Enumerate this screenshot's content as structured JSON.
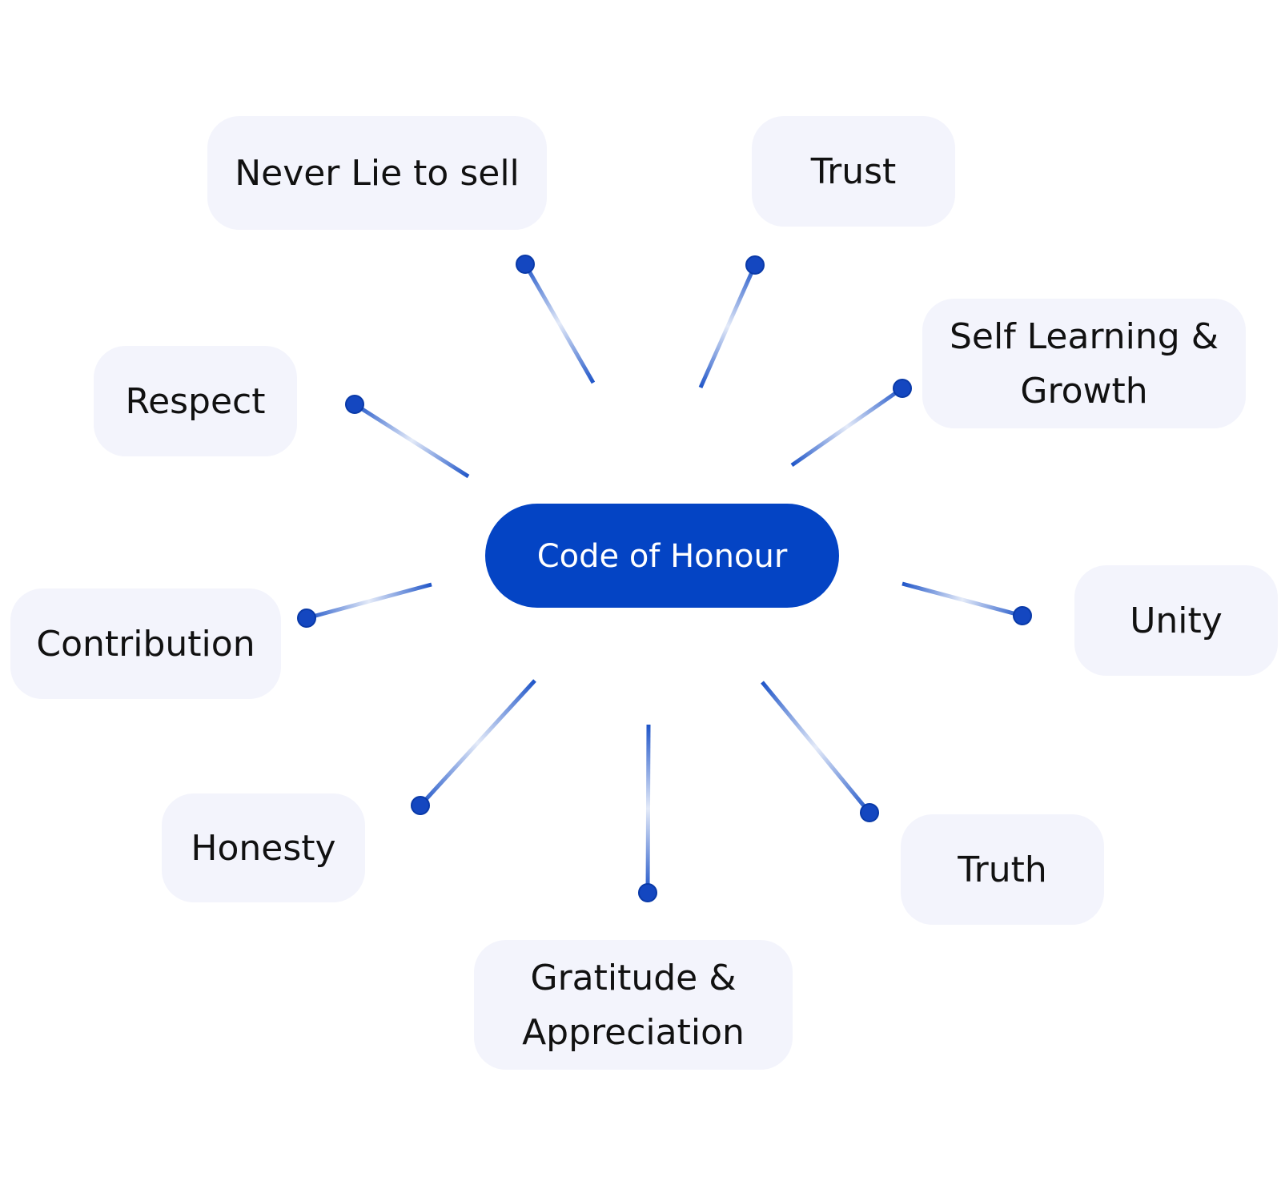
{
  "center": {
    "label": "Code of Honour",
    "color": "#0444C4"
  },
  "style": {
    "node_fill": "#F3F4FC",
    "line_color": "#1F55C8",
    "dot_color": "#1447C0"
  },
  "values": [
    {
      "id": "never-lie",
      "lines": [
        "Never Lie to sell"
      ]
    },
    {
      "id": "trust",
      "lines": [
        "Trust"
      ]
    },
    {
      "id": "self-learning",
      "lines": [
        "Self Learning &",
        "Growth"
      ]
    },
    {
      "id": "respect",
      "lines": [
        "Respect"
      ]
    },
    {
      "id": "unity",
      "lines": [
        "Unity"
      ]
    },
    {
      "id": "contribution",
      "lines": [
        "Contribution"
      ]
    },
    {
      "id": "honesty",
      "lines": [
        "Honesty"
      ]
    },
    {
      "id": "truth",
      "lines": [
        "Truth"
      ]
    },
    {
      "id": "gratitude",
      "lines": [
        "Gratitude &",
        "Appreciation"
      ]
    }
  ]
}
